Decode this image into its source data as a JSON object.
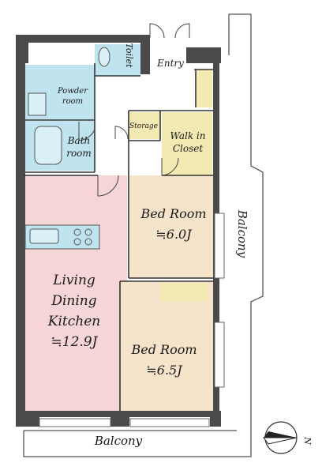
{
  "rooms": {
    "toilet": "Toilet",
    "entry": "Entry",
    "powder_room": [
      "Powder",
      "room"
    ],
    "bath_room": [
      "Bath",
      "room"
    ],
    "storage": "Storage",
    "walk_in_closet": [
      "Walk in",
      "Closet"
    ],
    "bed_room_1": [
      "Bed Room",
      "≒6.0J"
    ],
    "bed_room_2": [
      "Bed Room",
      "≒6.5J"
    ],
    "ldk": [
      "Living",
      "Dining",
      "Kitchen",
      "≒12.9J"
    ],
    "balcony_right": "Balcony",
    "balcony_bottom": "Balcony"
  },
  "compass": {
    "label": "N"
  },
  "colors": {
    "ldk": "#f5d5d5",
    "bed_room": "#f5e4c9",
    "wet_area": "#bfe3ef",
    "closet": "#f3eab3",
    "wall": "#4a4a4a",
    "line": "#333333"
  }
}
